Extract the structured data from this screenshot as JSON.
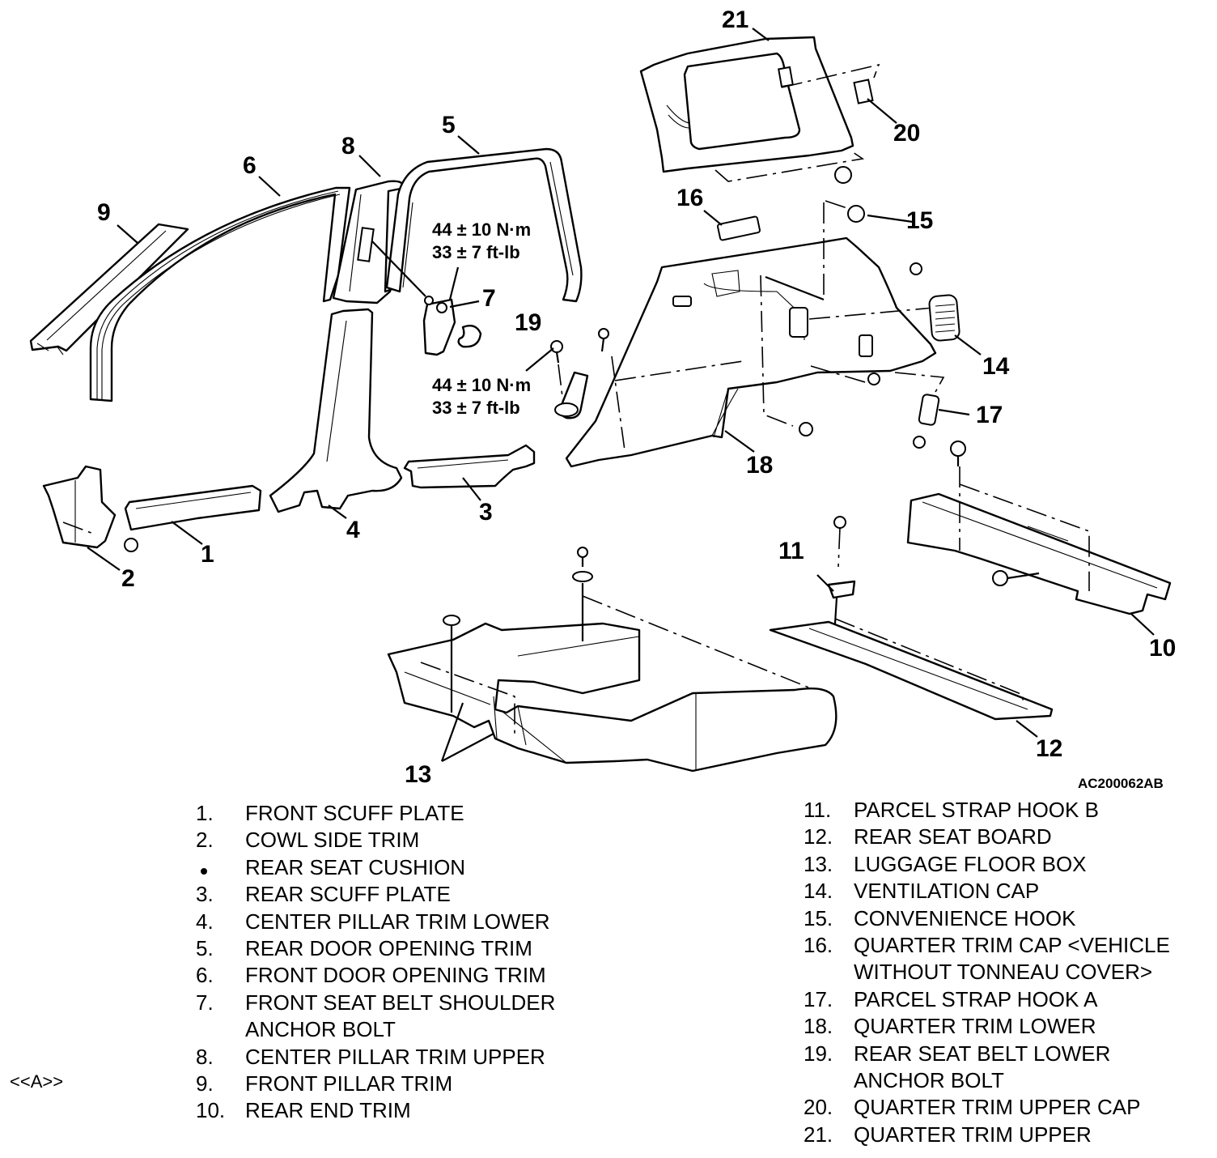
{
  "figure_id": "AC200062AB",
  "reference_mark": "<<A>>",
  "callouts": {
    "c1": "1",
    "c2": "2",
    "c3": "3",
    "c4": "4",
    "c5": "5",
    "c6": "6",
    "c7": "7",
    "c8": "8",
    "c9": "9",
    "c10": "10",
    "c11": "11",
    "c12": "12",
    "c13": "13",
    "c14": "14",
    "c15": "15",
    "c16": "16",
    "c17": "17",
    "c18": "18",
    "c19": "19",
    "c20": "20",
    "c21": "21"
  },
  "torque_specs": [
    {
      "part": "7",
      "metric": "44 ± 10 N·m",
      "imperial": "33 ± 7 ft-lb"
    },
    {
      "part": "19",
      "metric": "44 ± 10 N·m",
      "imperial": "33 ± 7 ft-lb"
    }
  ],
  "legend_left": [
    {
      "num": "1.",
      "label": "FRONT SCUFF PLATE"
    },
    {
      "num": "2.",
      "label": "COWL SIDE TRIM"
    },
    {
      "num": "•",
      "label": "REAR SEAT CUSHION"
    },
    {
      "num": "3.",
      "label": "REAR SCUFF PLATE"
    },
    {
      "num": "4.",
      "label": "CENTER PILLAR TRIM LOWER"
    },
    {
      "num": "5.",
      "label": "REAR DOOR OPENING TRIM"
    },
    {
      "num": "6.",
      "label": "FRONT DOOR OPENING TRIM"
    },
    {
      "num": "7.",
      "label": "FRONT SEAT BELT SHOULDER"
    },
    {
      "num": "",
      "label": "ANCHOR BOLT"
    },
    {
      "num": "8.",
      "label": "CENTER PILLAR TRIM UPPER"
    },
    {
      "num": "9.",
      "label": "FRONT PILLAR TRIM"
    },
    {
      "num": "10.",
      "label": "REAR END TRIM"
    }
  ],
  "legend_right": [
    {
      "num": "11.",
      "label": "PARCEL STRAP HOOK B"
    },
    {
      "num": "12.",
      "label": "REAR SEAT BOARD"
    },
    {
      "num": "13.",
      "label": "LUGGAGE FLOOR BOX"
    },
    {
      "num": "14.",
      "label": "VENTILATION CAP"
    },
    {
      "num": "15.",
      "label": "CONVENIENCE HOOK"
    },
    {
      "num": "16.",
      "label": "QUARTER TRIM CAP <VEHICLE"
    },
    {
      "num": "",
      "label": "WITHOUT TONNEAU COVER>"
    },
    {
      "num": "17.",
      "label": "PARCEL STRAP HOOK A"
    },
    {
      "num": "18.",
      "label": "QUARTER TRIM LOWER"
    },
    {
      "num": "19.",
      "label": "REAR SEAT BELT LOWER"
    },
    {
      "num": "",
      "label": "ANCHOR BOLT"
    },
    {
      "num": "20.",
      "label": "QUARTER TRIM UPPER CAP"
    },
    {
      "num": "21.",
      "label": "QUARTER TRIM UPPER"
    }
  ]
}
